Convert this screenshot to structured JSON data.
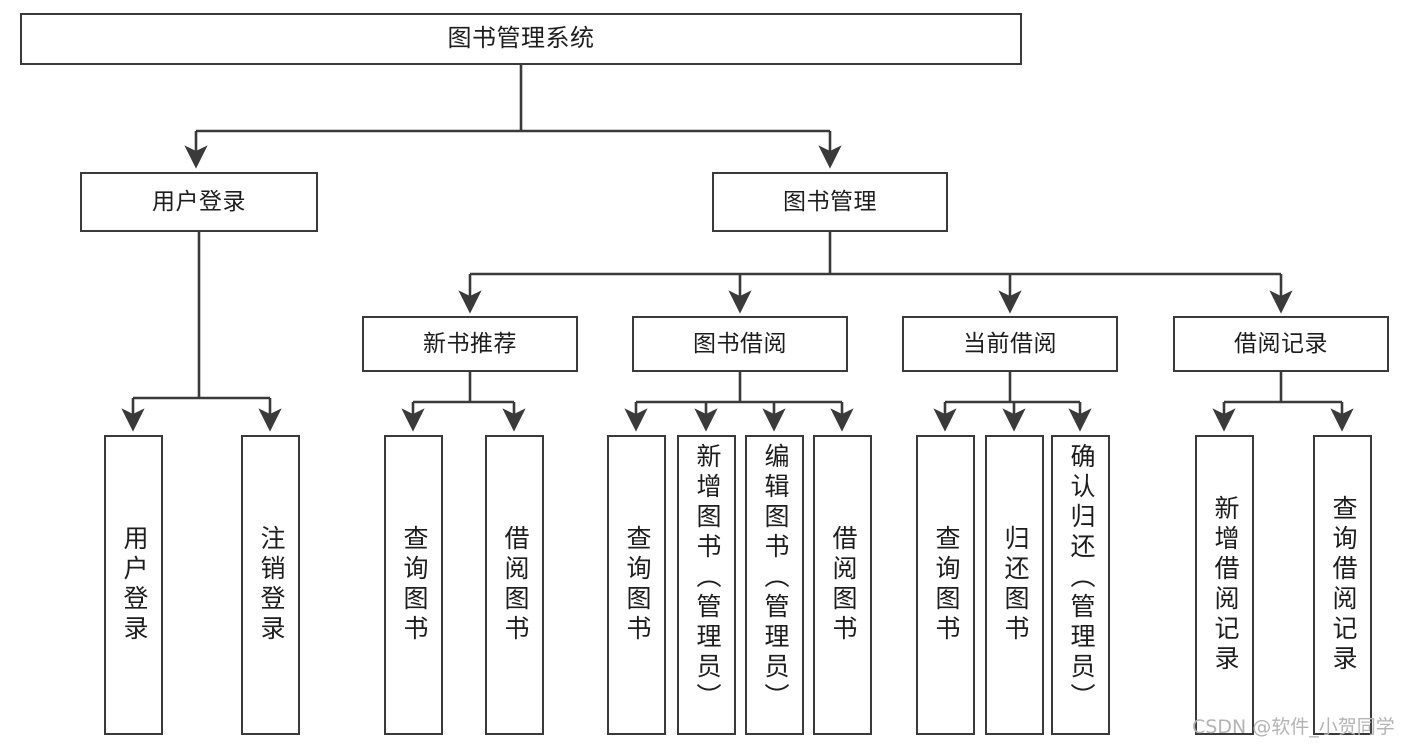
{
  "diagram": {
    "title": "图书管理系统",
    "type": "hierarchy-tree",
    "watermark": "CSDN @软件_小贺同学",
    "colors": {
      "box_border": "#3a3a3a",
      "box_fill": "#ffffff",
      "connector": "#3a3a3a",
      "text": "#1d1d1d",
      "watermark": "#b4b4b4",
      "background": "#ffffff"
    },
    "root": {
      "label": "图书管理系统"
    },
    "level2": [
      {
        "label": "用户登录"
      },
      {
        "label": "图书管理"
      }
    ],
    "level3": [
      {
        "label": "新书推荐"
      },
      {
        "label": "图书借阅"
      },
      {
        "label": "当前借阅"
      },
      {
        "label": "借阅记录"
      }
    ],
    "leaves": {
      "user_login": [
        {
          "label": "用户登录"
        },
        {
          "label": "注销登录"
        }
      ],
      "new_book_recommend": [
        {
          "label": "查询图书"
        },
        {
          "label": "借阅图书"
        }
      ],
      "book_borrow": [
        {
          "label": "查询图书"
        },
        {
          "label": "新增图书（管理员）"
        },
        {
          "label": "编辑图书（管理员）"
        },
        {
          "label": "借阅图书"
        }
      ],
      "current_borrow": [
        {
          "label": "查询图书"
        },
        {
          "label": "归还图书"
        },
        {
          "label": "确认归还（管理员）"
        }
      ],
      "borrow_record": [
        {
          "label": "新增借阅记录"
        },
        {
          "label": "查询借阅记录"
        }
      ]
    }
  }
}
